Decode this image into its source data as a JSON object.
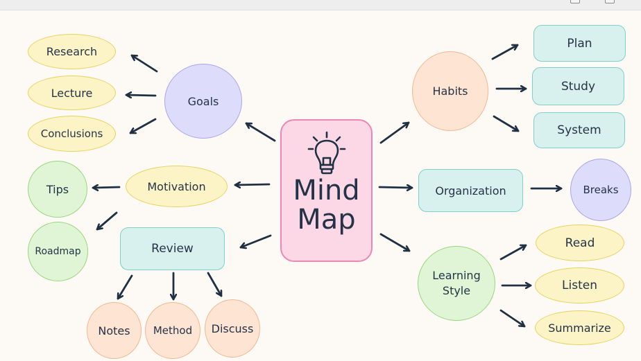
{
  "center": {
    "line1": "Mind",
    "line2": "Map",
    "icon": "lightbulb-icon"
  },
  "nodes": {
    "goals": "Goals",
    "research": "Research",
    "lecture": "Lecture",
    "conclusions": "Conclusions",
    "motivation": "Motivation",
    "tips": "Tips",
    "roadmap": "Roadmap",
    "review": "Review",
    "notes": "Notes",
    "method": "Method",
    "discuss": "Discuss",
    "habits": "Habits",
    "plan": "Plan",
    "study": "Study",
    "system": "System",
    "organization": "Organization",
    "breaks": "Breaks",
    "learning_style_line1": "Learning",
    "learning_style_line2": "Style",
    "read": "Read",
    "listen": "Listen",
    "summarize": "Summarize"
  },
  "colors": {
    "yellow": "#fcf4c6",
    "teal": "#d8f0ee",
    "purple": "#dedcfb",
    "peach": "#fde4d3",
    "green": "#e0f5d5",
    "pink": "#fcd8e7",
    "arrow": "#1f3042"
  }
}
